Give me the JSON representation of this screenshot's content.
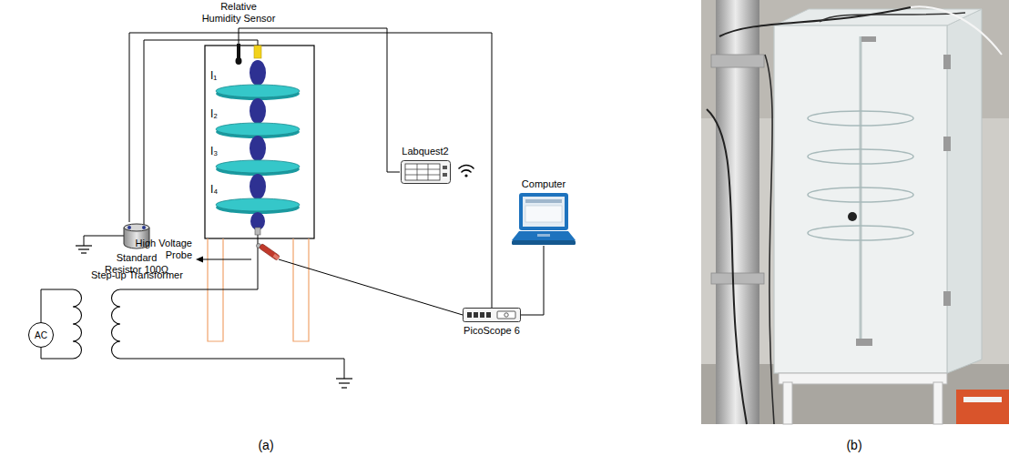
{
  "diagram": {
    "nodes": [
      {
        "text": [
          "Standard Resistor 100Ω"
        ]
      },
      {
        "text": [
          "Labquest2"
        ]
      },
      {
        "text": [
          "Computer"
        ]
      },
      {
        "text": [
          "PicoScope 6"
        ]
      },
      {
        "text": [
          "AC"
        ]
      }
    ],
    "edges": [
      {
        "from": 0,
        "to": 3,
        "arrow": "none"
      },
      {
        "from": 3,
        "to": 2,
        "arrow": "none"
      }
    ],
    "labels": [
      "Relative Humidity Sensor",
      "I₁",
      "I₂",
      "I₃",
      "I₄",
      "High Voltage Probe",
      "Step-up Transformer",
      "(a)",
      "(b)"
    ]
  }
}
